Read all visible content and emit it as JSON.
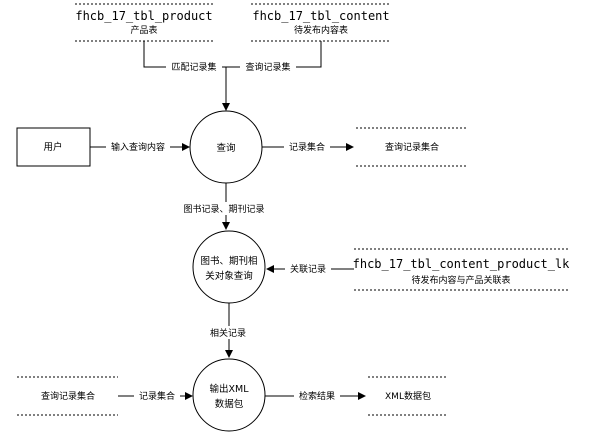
{
  "data_stores": {
    "product": {
      "name": "fhcb_17_tbl_product",
      "desc": "产品表"
    },
    "content": {
      "name": "fhcb_17_tbl_content",
      "desc": "待发布内容表"
    },
    "result_set_out": {
      "name": "查询记录集合"
    },
    "content_product_lk": {
      "name": "fhcb_17_tbl_content_product_lk",
      "desc": "待发布内容与产品关联表"
    },
    "result_set_in": {
      "name": "查询记录集合"
    },
    "xml_package": {
      "name": "XML数据包"
    }
  },
  "entities": {
    "user": {
      "label": "用户"
    }
  },
  "processes": {
    "query": {
      "label": "查询"
    },
    "related_query": {
      "line1": "图书、期刊相",
      "line2": "关对象查询"
    },
    "xml_output": {
      "line1": "输出XML",
      "line2": "数据包"
    }
  },
  "flows": {
    "match_records": "匹配记录集",
    "query_records": "查询记录集",
    "input_query": "输入查询内容",
    "record_set": "记录集合",
    "books_journals": "图书记录、期刊记录",
    "association_records": "关联记录",
    "related_records": "相关记录",
    "record_set_in": "记录集合",
    "search_result": "检索结果"
  }
}
